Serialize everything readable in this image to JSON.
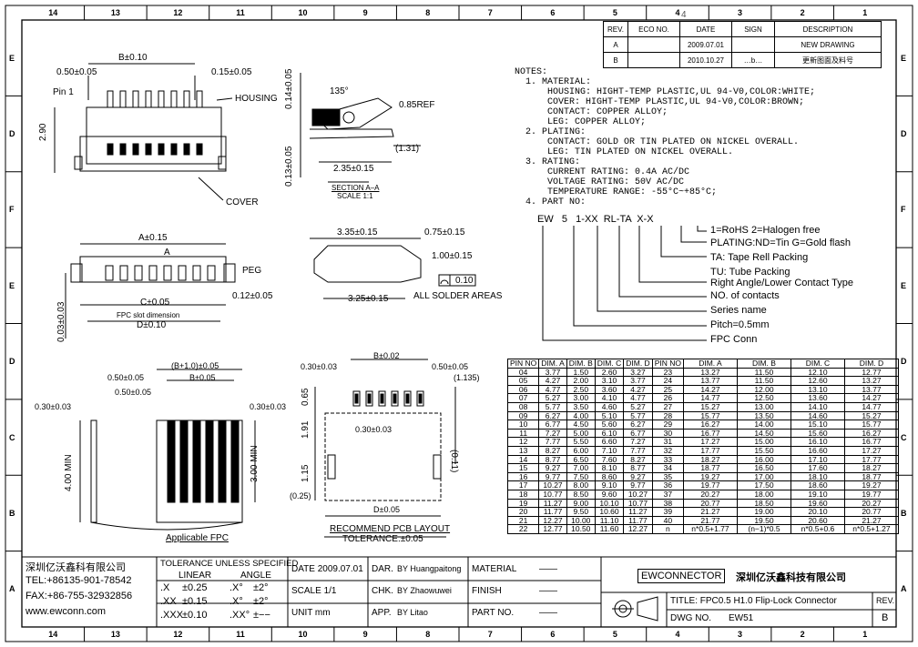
{
  "border": {
    "top": [
      "14",
      "13",
      "12",
      "11",
      "10",
      "9",
      "8",
      "7",
      "6",
      "5",
      "4",
      "3",
      "2",
      "1"
    ],
    "bottom": [
      "14",
      "13",
      "12",
      "11",
      "10",
      "9",
      "8",
      "7",
      "6",
      "5",
      "4",
      "3",
      "2",
      "1"
    ],
    "rows": [
      "E",
      "D",
      "F",
      "E",
      "D",
      "C",
      "B",
      "A"
    ]
  },
  "revision": {
    "headers": [
      "REV.",
      "ECO NO.",
      "DATE",
      "SIGN",
      "DESCRIPTION"
    ],
    "rows": [
      [
        "A",
        "",
        "2009.07.01",
        "",
        "NEW DRAWING"
      ],
      [
        "B",
        "",
        "2010.10.27",
        "…b…",
        "更新图面及料号"
      ]
    ],
    "sheet_mark": "4"
  },
  "notes": {
    "lines": [
      "NOTES:",
      "  1. MATERIAL:",
      "      HOUSING: HIGHT-TEMP PLASTIC,UL 94-V0,COLOR:WHITE;",
      "      COVER: HIGHT-TEMP PLASTIC,UL 94-V0,COLOR:BROWN;",
      "      CONTACT: COPPER ALLOY;",
      "      LEG: COPPER ALLOY;",
      "  2. PLATING:",
      "      CONTACT: GOLD OR TIN PLATED ON NICKEL OVERALL.",
      "      LEG: TIN PLATED ON NICKEL OVERALL.",
      "  3. RATING:",
      "      CURRENT RATING: 0.4A AC/DC",
      "      VOLTAGE RATING: 50V AC/DC",
      "      TEMPERATURE RANGE: -55°C~+85°C;",
      "  4. PART NO:"
    ]
  },
  "part_no": {
    "code": "EW   5   1-XX  RL-TA  X-X",
    "explain": [
      "1=RoHS   2=Halogen free",
      "PLATING:ND=Tin  G=Gold flash",
      "TA: Tape Rell Packing",
      "TU: Tube Packing",
      "Right Angle/Lower Contact Type",
      "NO. of contacts",
      "Series name",
      "Pitch=0.5mm",
      "FPC Conn"
    ]
  },
  "top_view": {
    "b": "B±0.10",
    "d050": "0.50±0.05",
    "d015": "0.15±0.05",
    "pin1": "Pin 1",
    "housing": "HOUSING",
    "cover": "COVER",
    "h290": "2.90"
  },
  "section": {
    "angle": "135°",
    "d014": "0.14±0.05",
    "d085": "0.85REF",
    "d131": "(1.31)",
    "d235": "2.35±0.15",
    "d013": "0.13±0.05",
    "title": "SECTION A–A",
    "scale": "SCALE 1:1"
  },
  "front_view": {
    "a": "A±0.15",
    "peg": "PEG",
    "c": "C±0.05",
    "fpc_slot": "FPC slot dimension",
    "d": "D±0.10",
    "d012": "0.12±0.05",
    "d003": "0.03±0.03",
    "a_mark": "A"
  },
  "side_view": {
    "d335": "3.35±0.15",
    "d075": "0.75±0.15",
    "d100": "1.00±0.15",
    "d325": "3.25±0.15",
    "flat": "0.10",
    "solder": "ALL SOLDER AREAS"
  },
  "fpc": {
    "b1": "(B+1.0)±0.05",
    "b": "B±0.05",
    "d050": "0.50±0.05",
    "d030l": "0.30±0.03",
    "d030r": "0.30±0.03",
    "d400": "4.00 MIN",
    "d300": "3.00 MIN",
    "title": "Applicable FPC"
  },
  "pcb": {
    "d030": "0.30±0.03",
    "b": "B±0.02",
    "d050": "0.50±0.05",
    "d1135": "(1.135)",
    "d065": "0.65",
    "d191": "1.91",
    "d030b": "0.30±0.03",
    "d011": "(0.11)",
    "d115": "1.15",
    "d025": "(0.25)",
    "d": "D±0.05",
    "title": "RECOMMEND PCB LAYOUT",
    "tol": "TOLERANCE:±0.05"
  },
  "pin_table": {
    "headers": [
      "PIN NO",
      "DIM. A",
      "DIM. B",
      "DIM. C",
      "DIM. D"
    ],
    "left": [
      [
        "04",
        "3.77",
        "1.50",
        "2.60",
        "3.27"
      ],
      [
        "05",
        "4.27",
        "2.00",
        "3.10",
        "3.77"
      ],
      [
        "06",
        "4.77",
        "2.50",
        "3.60",
        "4.27"
      ],
      [
        "07",
        "5.27",
        "3.00",
        "4.10",
        "4.77"
      ],
      [
        "08",
        "5.77",
        "3.50",
        "4.60",
        "5.27"
      ],
      [
        "09",
        "6.27",
        "4.00",
        "5.10",
        "5.77"
      ],
      [
        "10",
        "6.77",
        "4.50",
        "5.60",
        "6.27"
      ],
      [
        "11",
        "7.27",
        "5.00",
        "6.10",
        "6.77"
      ],
      [
        "12",
        "7.77",
        "5.50",
        "6.60",
        "7.27"
      ],
      [
        "13",
        "8.27",
        "6.00",
        "7.10",
        "7.77"
      ],
      [
        "14",
        "8.77",
        "6.50",
        "7.60",
        "8.27"
      ],
      [
        "15",
        "9.27",
        "7.00",
        "8.10",
        "8.77"
      ],
      [
        "16",
        "9.77",
        "7.50",
        "8.60",
        "9.27"
      ],
      [
        "17",
        "10.27",
        "8.00",
        "9.10",
        "9.77"
      ],
      [
        "18",
        "10.77",
        "8.50",
        "9.60",
        "10.27"
      ],
      [
        "19",
        "11.27",
        "9.00",
        "10.10",
        "10.77"
      ],
      [
        "20",
        "11.77",
        "9.50",
        "10.60",
        "11.27"
      ],
      [
        "21",
        "12.27",
        "10.00",
        "11.10",
        "11.77"
      ],
      [
        "22",
        "12.77",
        "10.50",
        "11.60",
        "12.27"
      ]
    ],
    "right": [
      [
        "23",
        "13.27",
        "11.50",
        "12.10",
        "12.77"
      ],
      [
        "24",
        "13.77",
        "11.50",
        "12.60",
        "13.27"
      ],
      [
        "25",
        "14.27",
        "12.00",
        "13.10",
        "13.77"
      ],
      [
        "26",
        "14.77",
        "12.50",
        "13.60",
        "14.27"
      ],
      [
        "27",
        "15.27",
        "13.00",
        "14.10",
        "14.77"
      ],
      [
        "28",
        "15.77",
        "13.50",
        "14.60",
        "15.27"
      ],
      [
        "29",
        "16.27",
        "14.00",
        "15.10",
        "15.77"
      ],
      [
        "30",
        "16.77",
        "14.50",
        "15.60",
        "16.27"
      ],
      [
        "31",
        "17.27",
        "15.00",
        "16.10",
        "16.77"
      ],
      [
        "32",
        "17.77",
        "15.50",
        "16.60",
        "17.27"
      ],
      [
        "33",
        "18.27",
        "16.00",
        "17.10",
        "17.77"
      ],
      [
        "34",
        "18.77",
        "16.50",
        "17.60",
        "18.27"
      ],
      [
        "35",
        "19.27",
        "17.00",
        "18.10",
        "18.77"
      ],
      [
        "36",
        "19.77",
        "17.50",
        "18.60",
        "19.27"
      ],
      [
        "37",
        "20.27",
        "18.00",
        "19.10",
        "19.77"
      ],
      [
        "38",
        "20.77",
        "18.50",
        "19.60",
        "20.27"
      ],
      [
        "39",
        "21.27",
        "19.00",
        "20.10",
        "20.77"
      ],
      [
        "40",
        "21.77",
        "19.50",
        "20.60",
        "21.27"
      ],
      [
        "n",
        "n*0.5+1.77",
        "(n−1)*0.5",
        "n*0.5+0.6",
        "n*0.5+1.27"
      ]
    ]
  },
  "title_block": {
    "company_cn": "深圳亿沃鑫科有限公司",
    "tel": "TEL:+86135-901-78542",
    "fax": "FAX:+86-755-32932856",
    "web": "www.ewconn.com",
    "tol_title": "TOLERANCE UNLESS SPECIFIED",
    "linear": "LINEAR",
    "angle": "ANGLE",
    "tol_rows": [
      [
        ".X",
        "±0.25",
        ".X°",
        "±2°"
      ],
      [
        ".XX",
        "±0.15",
        ".X°",
        "±2°"
      ],
      [
        ".XXX",
        "±0.10",
        ".XX°",
        "±−−"
      ]
    ],
    "date": "DATE 2009.07.01",
    "scale": "SCALE 1/1",
    "unit": "UNIT    mm",
    "dar": "DAR.",
    "dar_by": "BY Huangpaitong",
    "chk": "CHK.",
    "chk_by": "BY Zhaowuwei",
    "app": "APP.",
    "app_by": "BY Litao",
    "material": "MATERIAL",
    "finish": "FINISH",
    "partno": "PART NO.",
    "dash": "——",
    "brand": "EWCONNECTOR",
    "company_cn2": "深圳亿沃鑫科技有限公司",
    "title": "TITLE: FPC0.5 H1.0 Flip-Lock Connector",
    "dwg": "DWG NO.",
    "dwg_no": "EW51",
    "rev": "REV.",
    "rev_val": "B"
  }
}
